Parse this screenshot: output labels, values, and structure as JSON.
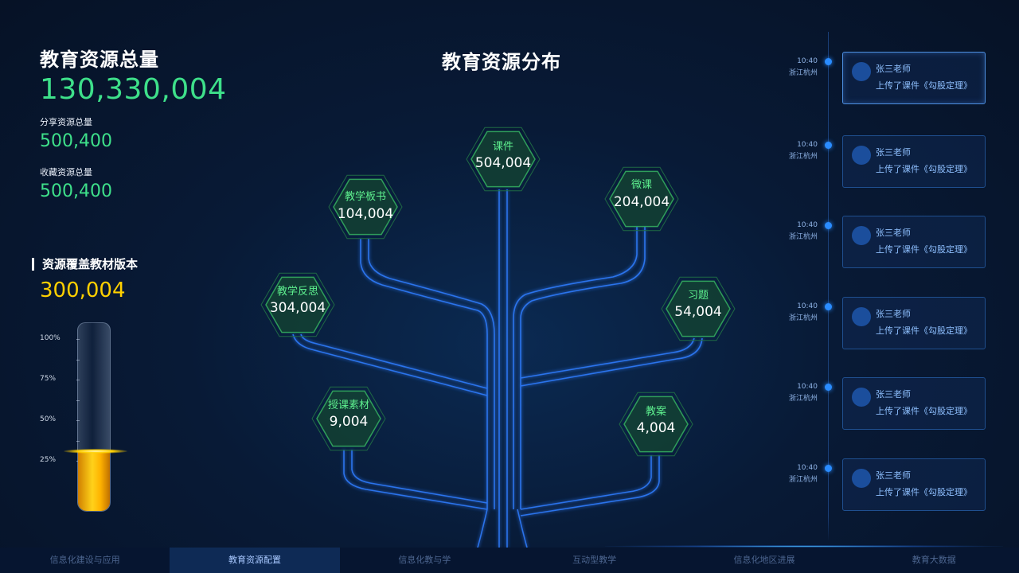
{
  "summary": {
    "total_title": "教育资源总量",
    "total_value": "130,330,004",
    "shared_label": "分享资源总量",
    "shared_value": "500,400",
    "collected_label": "收藏资源总量",
    "collected_value": "500,400"
  },
  "coverage": {
    "title": "资源覆盖教材版本",
    "value": "300,004",
    "gauge_ticks": [
      "100%",
      "75%",
      "50%",
      "25%"
    ],
    "gauge_level_percent": 32
  },
  "distribution": {
    "title": "教育资源分布",
    "nodes": [
      {
        "label": "课件",
        "value": "504,004"
      },
      {
        "label": "教学板书",
        "value": "104,004"
      },
      {
        "label": "微课",
        "value": "204,004"
      },
      {
        "label": "教学反思",
        "value": "304,004"
      },
      {
        "label": "习题",
        "value": "54,004"
      },
      {
        "label": "授课素材",
        "value": "9,004"
      },
      {
        "label": "教案",
        "value": "4,004"
      }
    ]
  },
  "timeline": [
    {
      "time": "10:40",
      "place": "浙江杭州",
      "name": "张三老师",
      "action": "上传了课件《勾股定理》"
    },
    {
      "time": "10:40",
      "place": "浙江杭州",
      "name": "张三老师",
      "action": "上传了课件《勾股定理》"
    },
    {
      "time": "10:40",
      "place": "浙江杭州",
      "name": "张三老师",
      "action": "上传了课件《勾股定理》"
    },
    {
      "time": "10:40",
      "place": "浙江杭州",
      "name": "张三老师",
      "action": "上传了课件《勾股定理》"
    },
    {
      "time": "10:40",
      "place": "浙江杭州",
      "name": "张三老师",
      "action": "上传了课件《勾股定理》"
    },
    {
      "time": "10:40",
      "place": "浙江杭州",
      "name": "张三老师",
      "action": "上传了课件《勾股定理》"
    }
  ],
  "nav": {
    "items": [
      "信息化建设与应用",
      "教育资源配置",
      "信息化教与学",
      "互动型教学",
      "信息化地区进展",
      "教育大数据"
    ],
    "active_index": 1
  },
  "colors": {
    "accent_green": "#3ee08a",
    "accent_yellow": "#ffd000",
    "node_border": "#2f9e5a",
    "branch_line": "#2f7dff"
  }
}
